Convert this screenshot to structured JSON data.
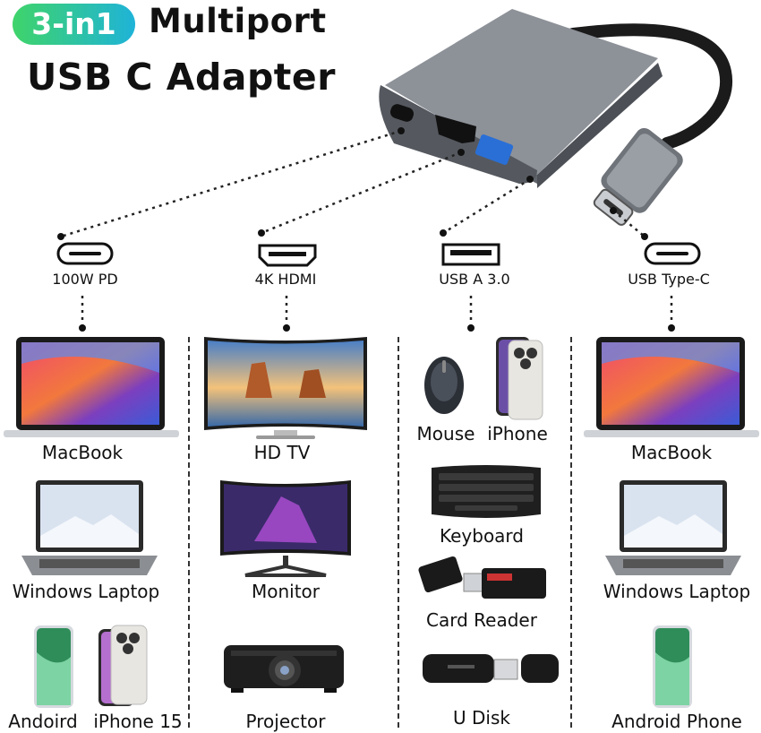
{
  "header": {
    "badge": "3-in1",
    "title_line1": "Multiport",
    "title_line2": "USB C Adapter"
  },
  "ports": [
    {
      "label": "100W PD",
      "icon": "usb-c-port-icon"
    },
    {
      "label": "4K HDMI",
      "icon": "hdmi-port-icon"
    },
    {
      "label": "USB A 3.0",
      "icon": "usb-a-port-icon"
    },
    {
      "label": "USB Type-C",
      "icon": "usb-c-port-icon"
    }
  ],
  "devices": {
    "col1": [
      "MacBook",
      "Windows Laptop",
      "Andoird",
      "iPhone 15"
    ],
    "col2": [
      "HD TV",
      "Monitor",
      "Projector"
    ],
    "col3": [
      "Mouse",
      "iPhone",
      "Keyboard",
      "Card Reader",
      "U Disk"
    ],
    "col4": [
      "MacBook",
      "Windows Laptop",
      "Android Phone"
    ]
  },
  "colors": {
    "badge_start": "#3fd46a",
    "badge_end": "#1fb3d8",
    "adapter_body": "#7a7e85",
    "port_blue": "#2a6fd6"
  }
}
